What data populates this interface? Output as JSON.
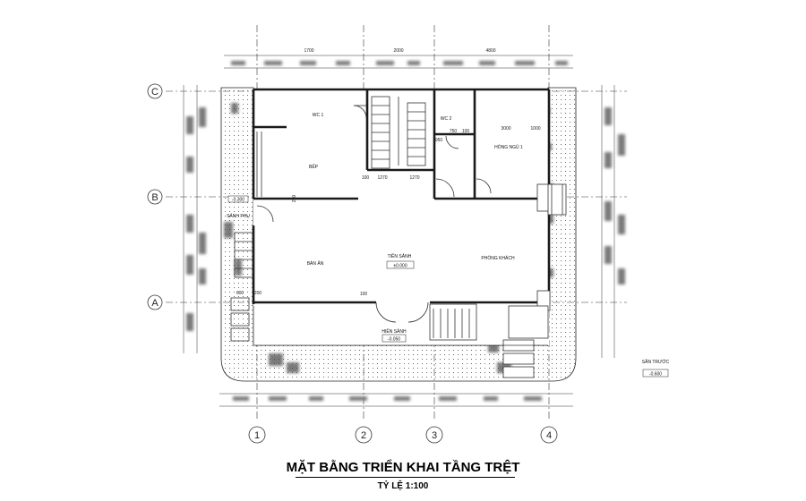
{
  "title": "MẶT BẰNG TRIỂN KHAI TẦNG TRỆT",
  "scale": "TỶ LỆ 1:100",
  "axes": {
    "rows": [
      "C",
      "B",
      "A"
    ],
    "cols": [
      "1",
      "2",
      "3",
      "4"
    ]
  },
  "rooms": {
    "wc1": "WC 1",
    "wc2": "WC 2",
    "bep": "BẾP",
    "phong_ngu": "HÒNG NGỦ 1",
    "sanh_phu": "SẢNH PHỤ",
    "san_an": "BÀN ĂN",
    "tien_sanh": "TIỀN SẢNH",
    "phong_khach": "PHÒNG KHÁCH",
    "hien_sanh": "HIÊN SẢNH",
    "san_truoc": "SÂN TRƯỚC"
  },
  "levels": {
    "tien_sanh": "±0.000",
    "san_truoc": "-0.600",
    "hien_sanh": "-0.050",
    "sanh_phu": "-0.300"
  },
  "dims": {
    "d750": "750",
    "d100": "100",
    "d950": "950",
    "d3000": "3000",
    "d1000": "1000",
    "d1270a": "1270",
    "d1270b": "1270",
    "d100b": "100",
    "d250": "250",
    "d600": "600",
    "d200": "200",
    "d100c": "100",
    "d1700": "1700",
    "d2000": "2000",
    "d4800": "4800"
  },
  "colors": {
    "wall": "#1a1a1a",
    "grid": "#333333",
    "hatch": "#444444",
    "blur": "#7a7a7a"
  }
}
